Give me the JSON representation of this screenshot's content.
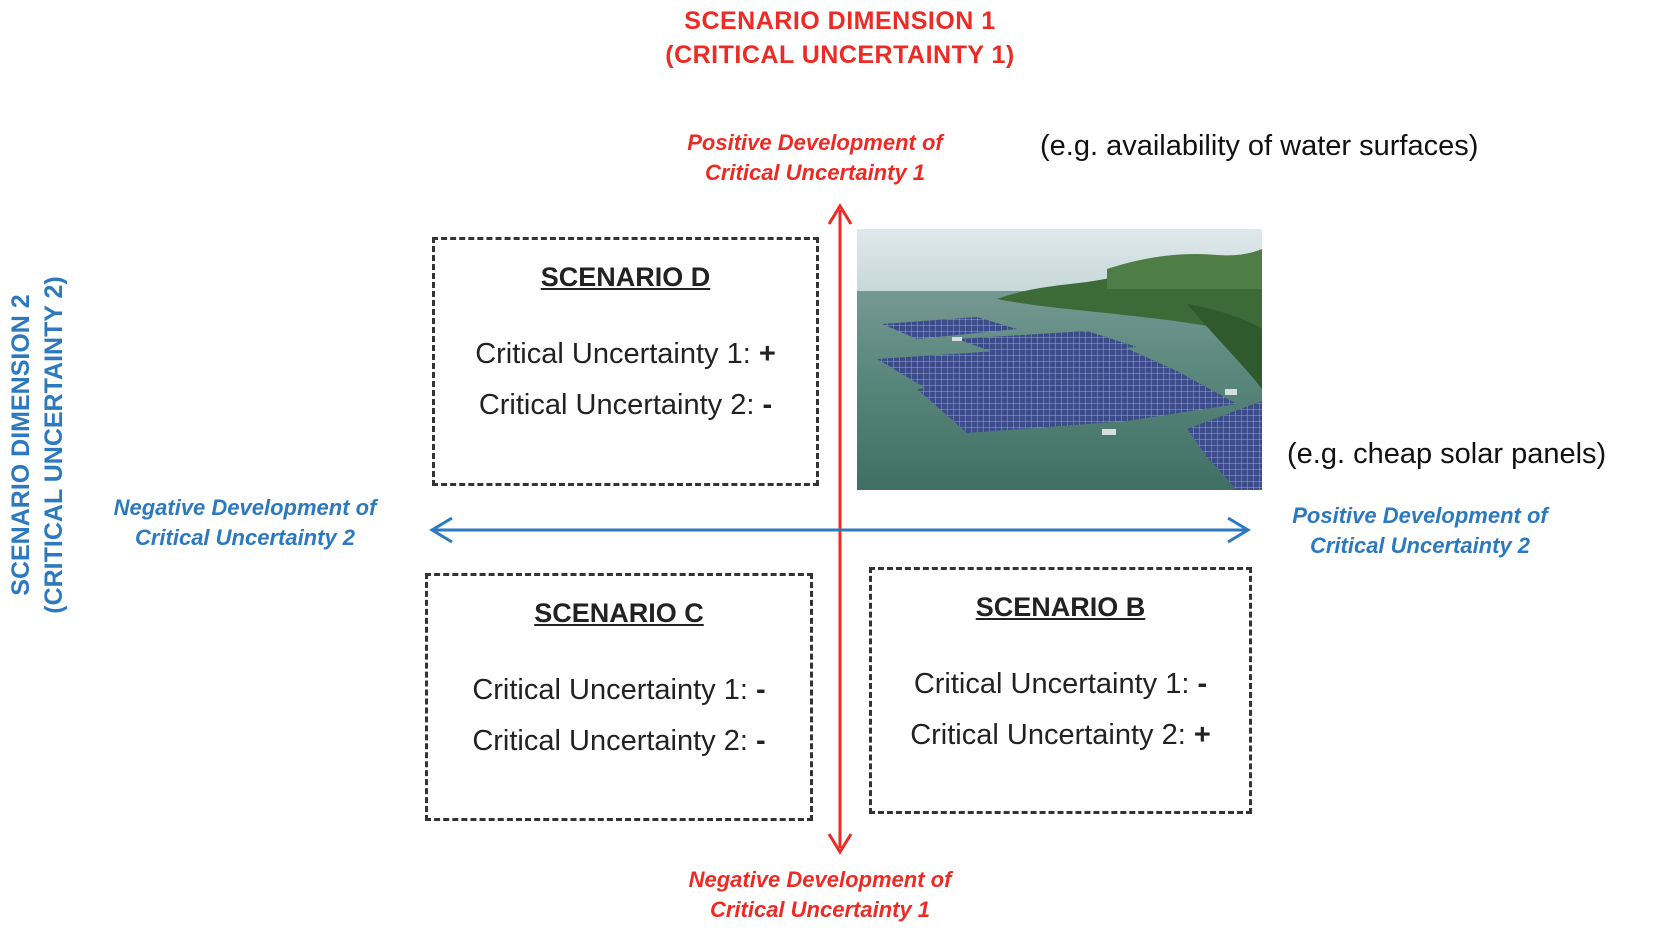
{
  "dimension1": {
    "title_line1": "SCENARIO DIMENSION 1",
    "title_line2": "(CRITICAL UNCERTAINTY 1)",
    "positive_line1": "Positive Development of",
    "positive_line2": "Critical Uncertainty 1",
    "negative_line1": "Negative Development of",
    "negative_line2": "Critical Uncertainty 1",
    "example": "(e.g. availability of water surfaces)",
    "color": "#ee2a24"
  },
  "dimension2": {
    "title_line1": "SCENARIO DIMENSION 2",
    "title_line2": "(CRITICAL UNCERTAINTY 2)",
    "positive_line1": "Positive Development of",
    "positive_line2": "Critical Uncertainty 2",
    "negative_line1": "Negative Development of",
    "negative_line2": "Critical Uncertainty 2",
    "example": "(e.g. cheap solar panels)",
    "color": "#2c79c0"
  },
  "scenarios": [
    {
      "title": "SCENARIO D",
      "line1_label": "Critical Uncertainty 1:",
      "line1_value": "+",
      "line2_label": "Critical Uncertainty 2:",
      "line2_value": "-"
    },
    {
      "title": "SCENARIO C",
      "line1_label": "Critical Uncertainty 1:",
      "line1_value": "-",
      "line2_label": "Critical Uncertainty 2:",
      "line2_value": "-"
    },
    {
      "title": "SCENARIO B",
      "line1_label": "Critical Uncertainty 1:",
      "line1_value": "-",
      "line2_label": "Critical Uncertainty 2:",
      "line2_value": "+"
    }
  ]
}
